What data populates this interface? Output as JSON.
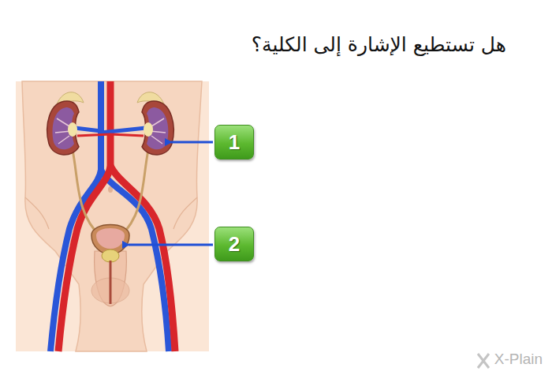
{
  "diagram": {
    "title": "هل تستطيع الإشارة إلى الكلية؟",
    "nodes": [
      {
        "text": [
          "1"
        ]
      },
      {
        "text": [
          "2"
        ]
      }
    ],
    "labels": [
      "X-Plain"
    ]
  }
}
